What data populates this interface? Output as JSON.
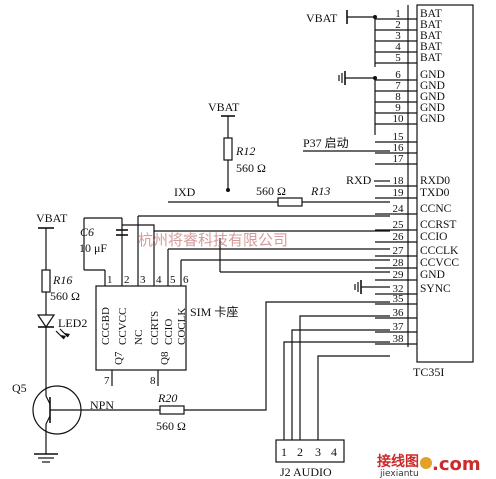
{
  "module": {
    "name": "TC35I"
  },
  "pins": [
    {
      "num": "1",
      "sig": "BAT"
    },
    {
      "num": "2",
      "sig": "BAT"
    },
    {
      "num": "3",
      "sig": "BAT"
    },
    {
      "num": "4",
      "sig": "BAT"
    },
    {
      "num": "5",
      "sig": "BAT"
    },
    {
      "num": "6",
      "sig": "GND"
    },
    {
      "num": "7",
      "sig": "GND"
    },
    {
      "num": "8",
      "sig": "GND"
    },
    {
      "num": "9",
      "sig": "GND"
    },
    {
      "num": "10",
      "sig": "GND"
    },
    {
      "num": "15",
      "sig": ""
    },
    {
      "num": "16",
      "sig": ""
    },
    {
      "num": "17",
      "sig": ""
    },
    {
      "num": "18",
      "sig": "RXD0"
    },
    {
      "num": "19",
      "sig": "TXD0"
    },
    {
      "num": "24",
      "sig": "CCNC"
    },
    {
      "num": "25",
      "sig": "CCRST"
    },
    {
      "num": "26",
      "sig": "CCIO"
    },
    {
      "num": "27",
      "sig": "CCCLK"
    },
    {
      "num": "28",
      "sig": "CCVCC"
    },
    {
      "num": "29",
      "sig": "GND"
    },
    {
      "num": "32",
      "sig": "SYNC"
    },
    {
      "num": "35",
      "sig": ""
    },
    {
      "num": "36",
      "sig": ""
    },
    {
      "num": "37",
      "sig": ""
    },
    {
      "num": "38",
      "sig": ""
    }
  ],
  "labels": {
    "vbat_top": "VBAT",
    "vbat_r12": "VBAT",
    "vbat_left": "VBAT",
    "p37": "P37 启动",
    "rxd": "RXD",
    "ixd": "IXD",
    "r12_name": "R12",
    "r12_val": "560 Ω",
    "r13_name": "R13",
    "r13_val": "560 Ω",
    "c6_name": "C6",
    "c6_val": "10 μF",
    "r16_name": "R16",
    "r16_val": "560 Ω",
    "led_name": "LED2",
    "q5_name": "Q5",
    "npn": "NPN",
    "r20_name": "R20",
    "r20_val": "560 Ω",
    "sim_name": "SIM 卡座",
    "sim_pins": [
      "CCGBD",
      "CCVCC",
      "NC",
      "CCRTS",
      "CCIO",
      "COCLK"
    ],
    "sim_pin_nums": [
      "1",
      "2",
      "3",
      "4",
      "5",
      "6"
    ],
    "q7": "Q7",
    "q8": "Q8",
    "pin7": "7",
    "pin8": "8",
    "audio_nums": [
      "1",
      "2",
      "3",
      "4"
    ],
    "audio_name": "J2 AUDIO",
    "watermark": "杭州将睿科技有限公司",
    "site_brand": "接线图",
    "site_url": "jiexiantu",
    "site_com": ".com"
  }
}
